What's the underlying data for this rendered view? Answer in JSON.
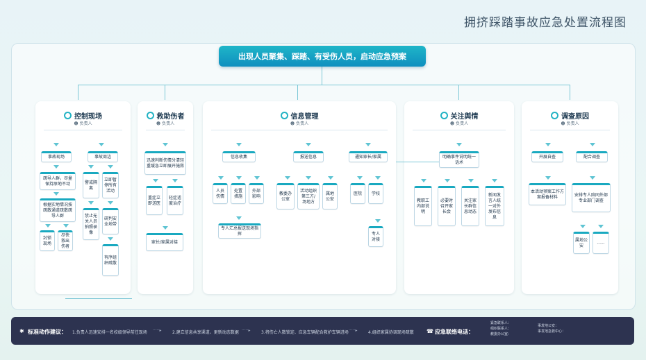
{
  "title": "拥挤踩踏事故应急处置流程图",
  "banner": "出现人员聚集、踩踏、有受伤人员，启动应急预案",
  "columns": [
    {
      "name": "控制现场",
      "sub": "负责人"
    },
    {
      "name": "救助伤者",
      "sub": "负责人"
    },
    {
      "name": "信息管理",
      "sub": "负责人"
    },
    {
      "name": "关注舆情",
      "sub": "负责人"
    },
    {
      "name": "调查原因",
      "sub": "负责人"
    }
  ],
  "c1": {
    "a": "事故现场",
    "b": "事故周边",
    "a1": "疏导人群，尽量保持原地不动",
    "a2": "根据实地情况按疏散通道疏散疏导人群",
    "a3": "封锁现场",
    "a4": "尽快救出伤者",
    "b1": "警戒隔离",
    "b2": "立即暂停所有活动",
    "b3": "禁止无关人员拍照录像",
    "b4": "研判安全地带",
    "b5": "有序组织疏散"
  },
  "c2": {
    "a": "迅速判断伤情分清轻重缓急立即展开施救",
    "b": "重症立即送医",
    "c": "轻症适度治疗",
    "d": "家长/家属对接"
  },
  "c3": {
    "a": "信息收集",
    "b": "报送信息",
    "c": "通知家长/家属",
    "a1": "人员伤情",
    "a2": "处置措施",
    "a3": "外部影响",
    "a4": "专人汇总报送现场指挥",
    "b1": "教委办公室",
    "b2": "活动组织第三方/场地方",
    "b3": "属地公安",
    "c1": "医院",
    "c2": "学校",
    "c3": "专人对接"
  },
  "c4": {
    "a": "明确事件说明统一话术",
    "b1": "教职工内部说明",
    "b2": "必要时召开家长会",
    "b3": "关注家长群信息动态",
    "b4": "新闻发言人统一对外发布信息"
  },
  "c5": {
    "a": "开展自查",
    "b": "配合调查",
    "a1": "本活动预案工作方案报备材料",
    "b1": "安排专人陪同外部专业部门调查",
    "b2": "属地公安",
    "b3": "......"
  },
  "footer": {
    "label1": "标准动作建议：",
    "steps": [
      "1.负责人迅速安排一名校级领导前往现场",
      "2.建立信息共享渠道、更新动态数据",
      "3.将伤亡人数锁定、应急车辆配合救护车辆进场",
      "4.组织家属协调现场疏散"
    ],
    "label2": "应急联络电话：",
    "contacts_a": [
      "紧急联系人：",
      "组织联系人：",
      "教委办公室："
    ],
    "contacts_b": [
      "事发地公安：",
      "事发地急救中心："
    ]
  },
  "colors": {
    "accent": "#19a9c0",
    "banner": "#0f8fbf",
    "footer": "#2d3350"
  }
}
